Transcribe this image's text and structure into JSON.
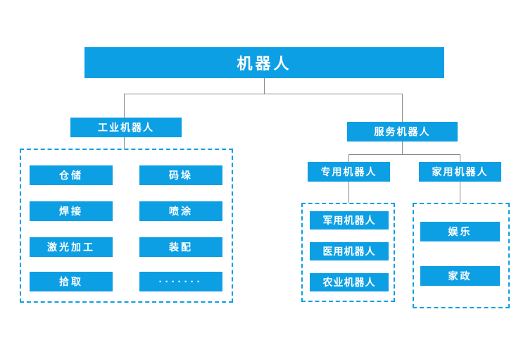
{
  "diagram": {
    "type": "tree",
    "title_node": "机器人",
    "accent_color": "#0d9fe4",
    "connector_color": "#8a8a8a",
    "background_color": "#ffffff",
    "root": {
      "label": "机器人"
    },
    "level2": {
      "industrial": "工业机器人",
      "service": "服务机器人"
    },
    "level3": {
      "special": "专用机器人",
      "home": "家用机器人"
    },
    "industrial_items": [
      "仓储",
      "码垛",
      "焊接",
      "喷涂",
      "激光加工",
      "装配",
      "拾取",
      "·······"
    ],
    "special_items": [
      "军用机器人",
      "医用机器人",
      "农业机器人"
    ],
    "home_items": [
      "娱乐",
      "家政"
    ]
  }
}
